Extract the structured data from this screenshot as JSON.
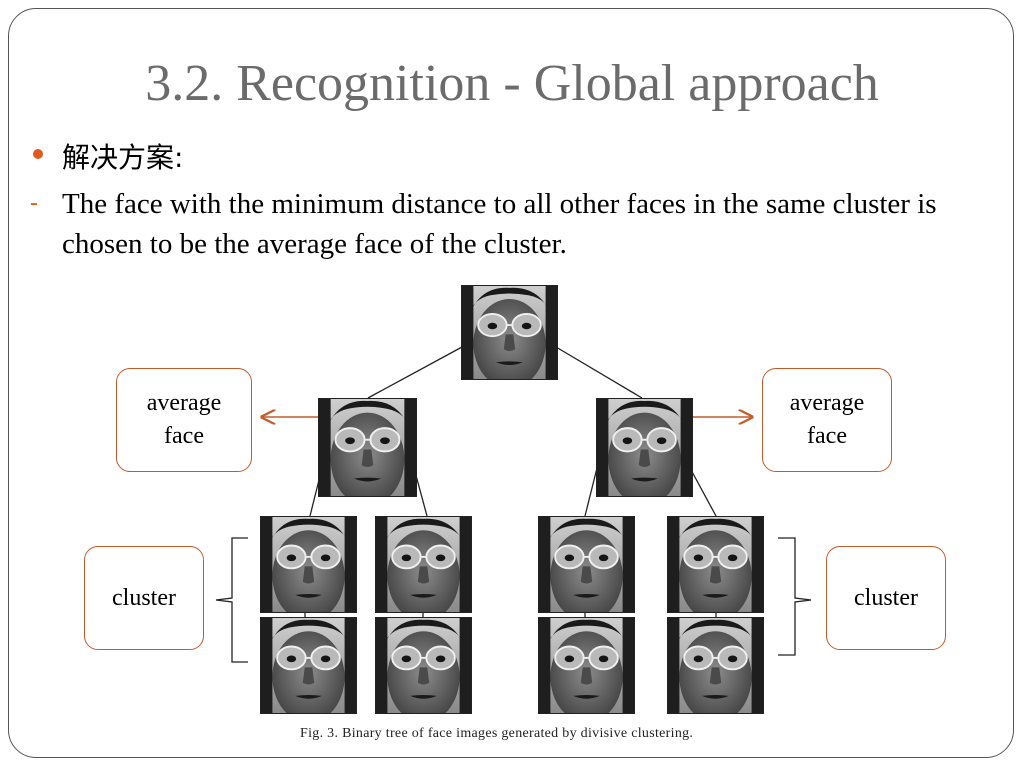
{
  "slide": {
    "title": "3.2. Recognition - Global approach",
    "bullet_label": "解决方案:",
    "body": "The face with the minimum distance to all other faces in the same cluster is chosen to be the average face of the cluster.",
    "dash": "-"
  },
  "callouts": {
    "left_average_line1": "average",
    "left_average_line2": "face",
    "right_average_line1": "average",
    "right_average_line2": "face",
    "left_cluster": "cluster",
    "right_cluster": "cluster"
  },
  "figure": {
    "caption": "Fig. 3. Binary tree of face images generated by divisive clustering."
  },
  "colors": {
    "accent": "#e05a1e",
    "callout_border": "#c55a2a",
    "title": "#6b6b6b"
  }
}
